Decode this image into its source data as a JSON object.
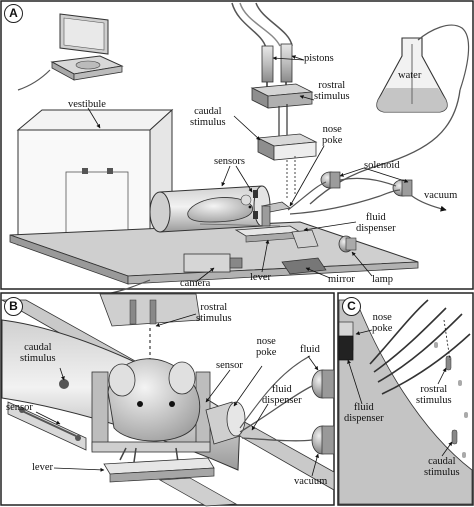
{
  "panels": {
    "a": {
      "badge": "A",
      "labels": {
        "pistons": "pistons",
        "rostral_stimulus": "rostral\nstimulus",
        "caudal_stimulus": "caudal\nstimulus",
        "water": "water",
        "vestibule": "vestibule",
        "sensors": "sensors",
        "nose_poke": "nose\npoke",
        "solenoid": "solenoid",
        "fluid_dispenser": "fluid\ndispenser",
        "vacuum": "vacuum",
        "camera": "camera",
        "lever": "lever",
        "mirror": "mirror",
        "lamp": "lamp"
      }
    },
    "b": {
      "badge": "B",
      "labels": {
        "rostral_stimulus": "rostral\nstimulus",
        "caudal_stimulus": "caudal\nstimulus",
        "nose_poke": "nose\npoke",
        "fluid": "fluid",
        "sensor_right": "sensor",
        "fluid_dispenser": "fluid\ndispenser",
        "sensor_left": "sensor",
        "lever": "lever",
        "vacuum": "vacuum"
      }
    },
    "c": {
      "badge": "C",
      "labels": {
        "nose_poke": "nose\npoke",
        "fluid_dispenser": "fluid\ndispenser",
        "rostral_stimulus": "rostral\nstimulus",
        "caudal_stimulus": "caudal\nstimulus"
      }
    }
  }
}
